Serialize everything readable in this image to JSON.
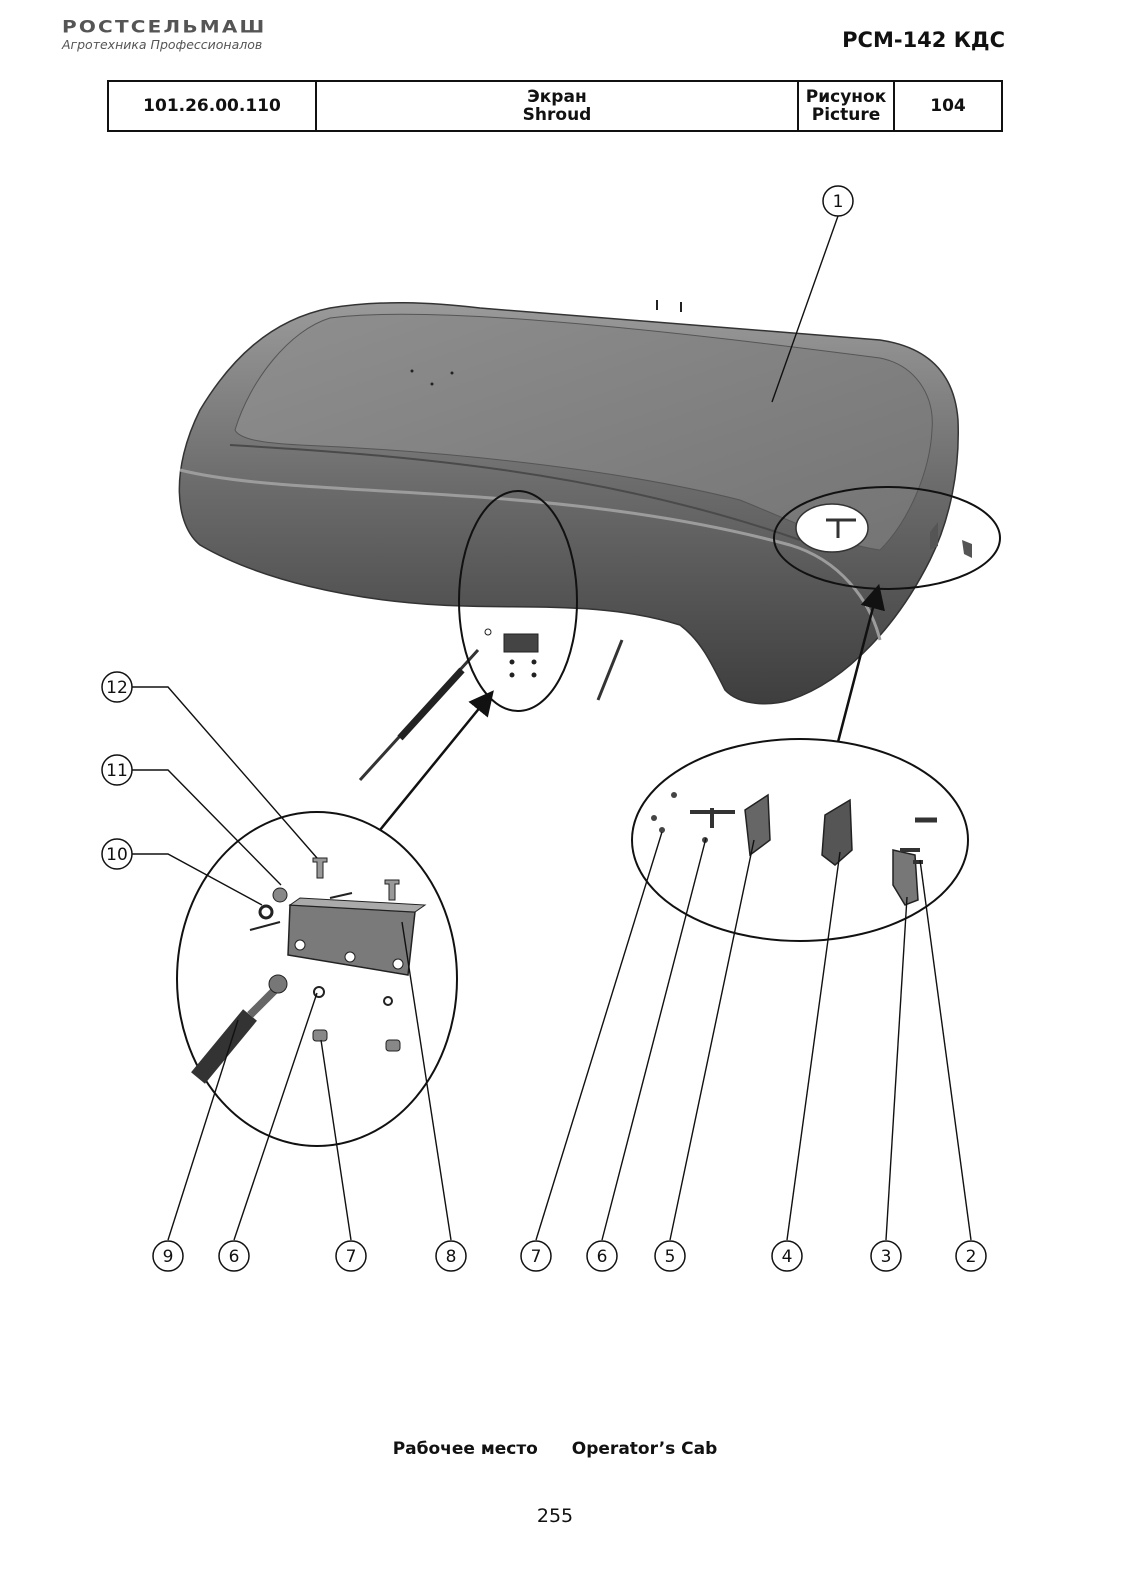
{
  "header": {
    "brand_name": "РОСТСЕЛЬМАШ",
    "brand_tagline": "Агротехника Профессионалов",
    "model": "РСМ-142 КДС"
  },
  "title_block": {
    "part_number": "101.26.00.110",
    "name_ru": "Экран",
    "name_en": "Shroud",
    "picture_label_ru": "Рисунок",
    "picture_label_en": "Picture",
    "picture_number": "104"
  },
  "callouts": {
    "c1": "1",
    "c12": "12",
    "c11": "11",
    "c10": "10",
    "b9": "9",
    "b6a": "6",
    "b7a": "7",
    "b8": "8",
    "b7b": "7",
    "b6b": "6",
    "b5": "5",
    "b4": "4",
    "b3": "3",
    "b2": "2"
  },
  "footer": {
    "section_ru": "Рабочее место",
    "section_en": "Operator’s Cab",
    "page_number": "255"
  }
}
